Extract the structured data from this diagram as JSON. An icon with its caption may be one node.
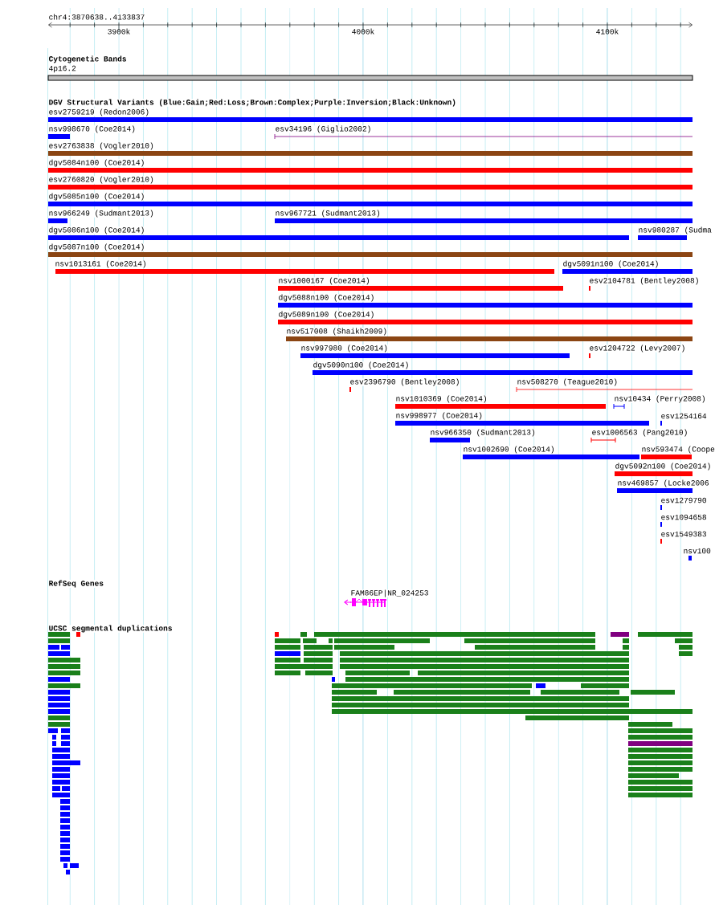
{
  "diagram": {
    "labels": [
      "chr4:3870638..4133837",
      "3900k",
      "4000k",
      "4100k",
      "Cytogenetic Bands",
      "4p16.2",
      "DGV Structural Variants (Blue:Gain;Red:Loss;Brown:Complex;Purple:Inversion;Black:Unknown)",
      "esv2759219 (Redon2006)",
      "nsv998670 (Coe2014)",
      "esv34196 (Giglio2002)",
      "esv2763838 (Vogler2010)",
      "dgv5084n100 (Coe2014)",
      "esv2760820 (Vogler2010)",
      "dgv5085n100 (Coe2014)",
      "nsv966249 (Sudmant2013)",
      "nsv967721 (Sudmant2013)",
      "dgv5086n100 (Coe2014)",
      "nsv980287 (Sudma",
      "dgv5087n100 (Coe2014)",
      "nsv1013161 (Coe2014)",
      "dgv5091n100 (Coe2014)",
      "nsv1000167 (Coe2014)",
      "esv2104781 (Bentley2008)",
      "dgv5088n100 (Coe2014)",
      "dgv5089n100 (Coe2014)",
      "nsv517008 (Shaikh2009)",
      "nsv997980 (Coe2014)",
      "esv1204722 (Levy2007)",
      "dgv5090n100 (Coe2014)",
      "esv2396790 (Bentley2008)",
      "nsv508270 (Teague2010)",
      "nsv1010369 (Coe2014)",
      "nsv10434 (Perry2008)",
      "nsv998977 (Coe2014)",
      "esv1254164",
      "nsv966350 (Sudmant2013)",
      "esv1006563 (Pang2010)",
      "nsv1002690 (Coe2014)",
      "nsv593474 (Coope",
      "dgv5092n100 (Coe2014)",
      "nsv469857 (Locke2006",
      "esv1279790",
      "esv1094658",
      "esv1549383",
      "nsv100",
      "RefSeq Genes",
      "FAM86EP|NR_024253",
      "UCSC segmental duplications"
    ]
  }
}
